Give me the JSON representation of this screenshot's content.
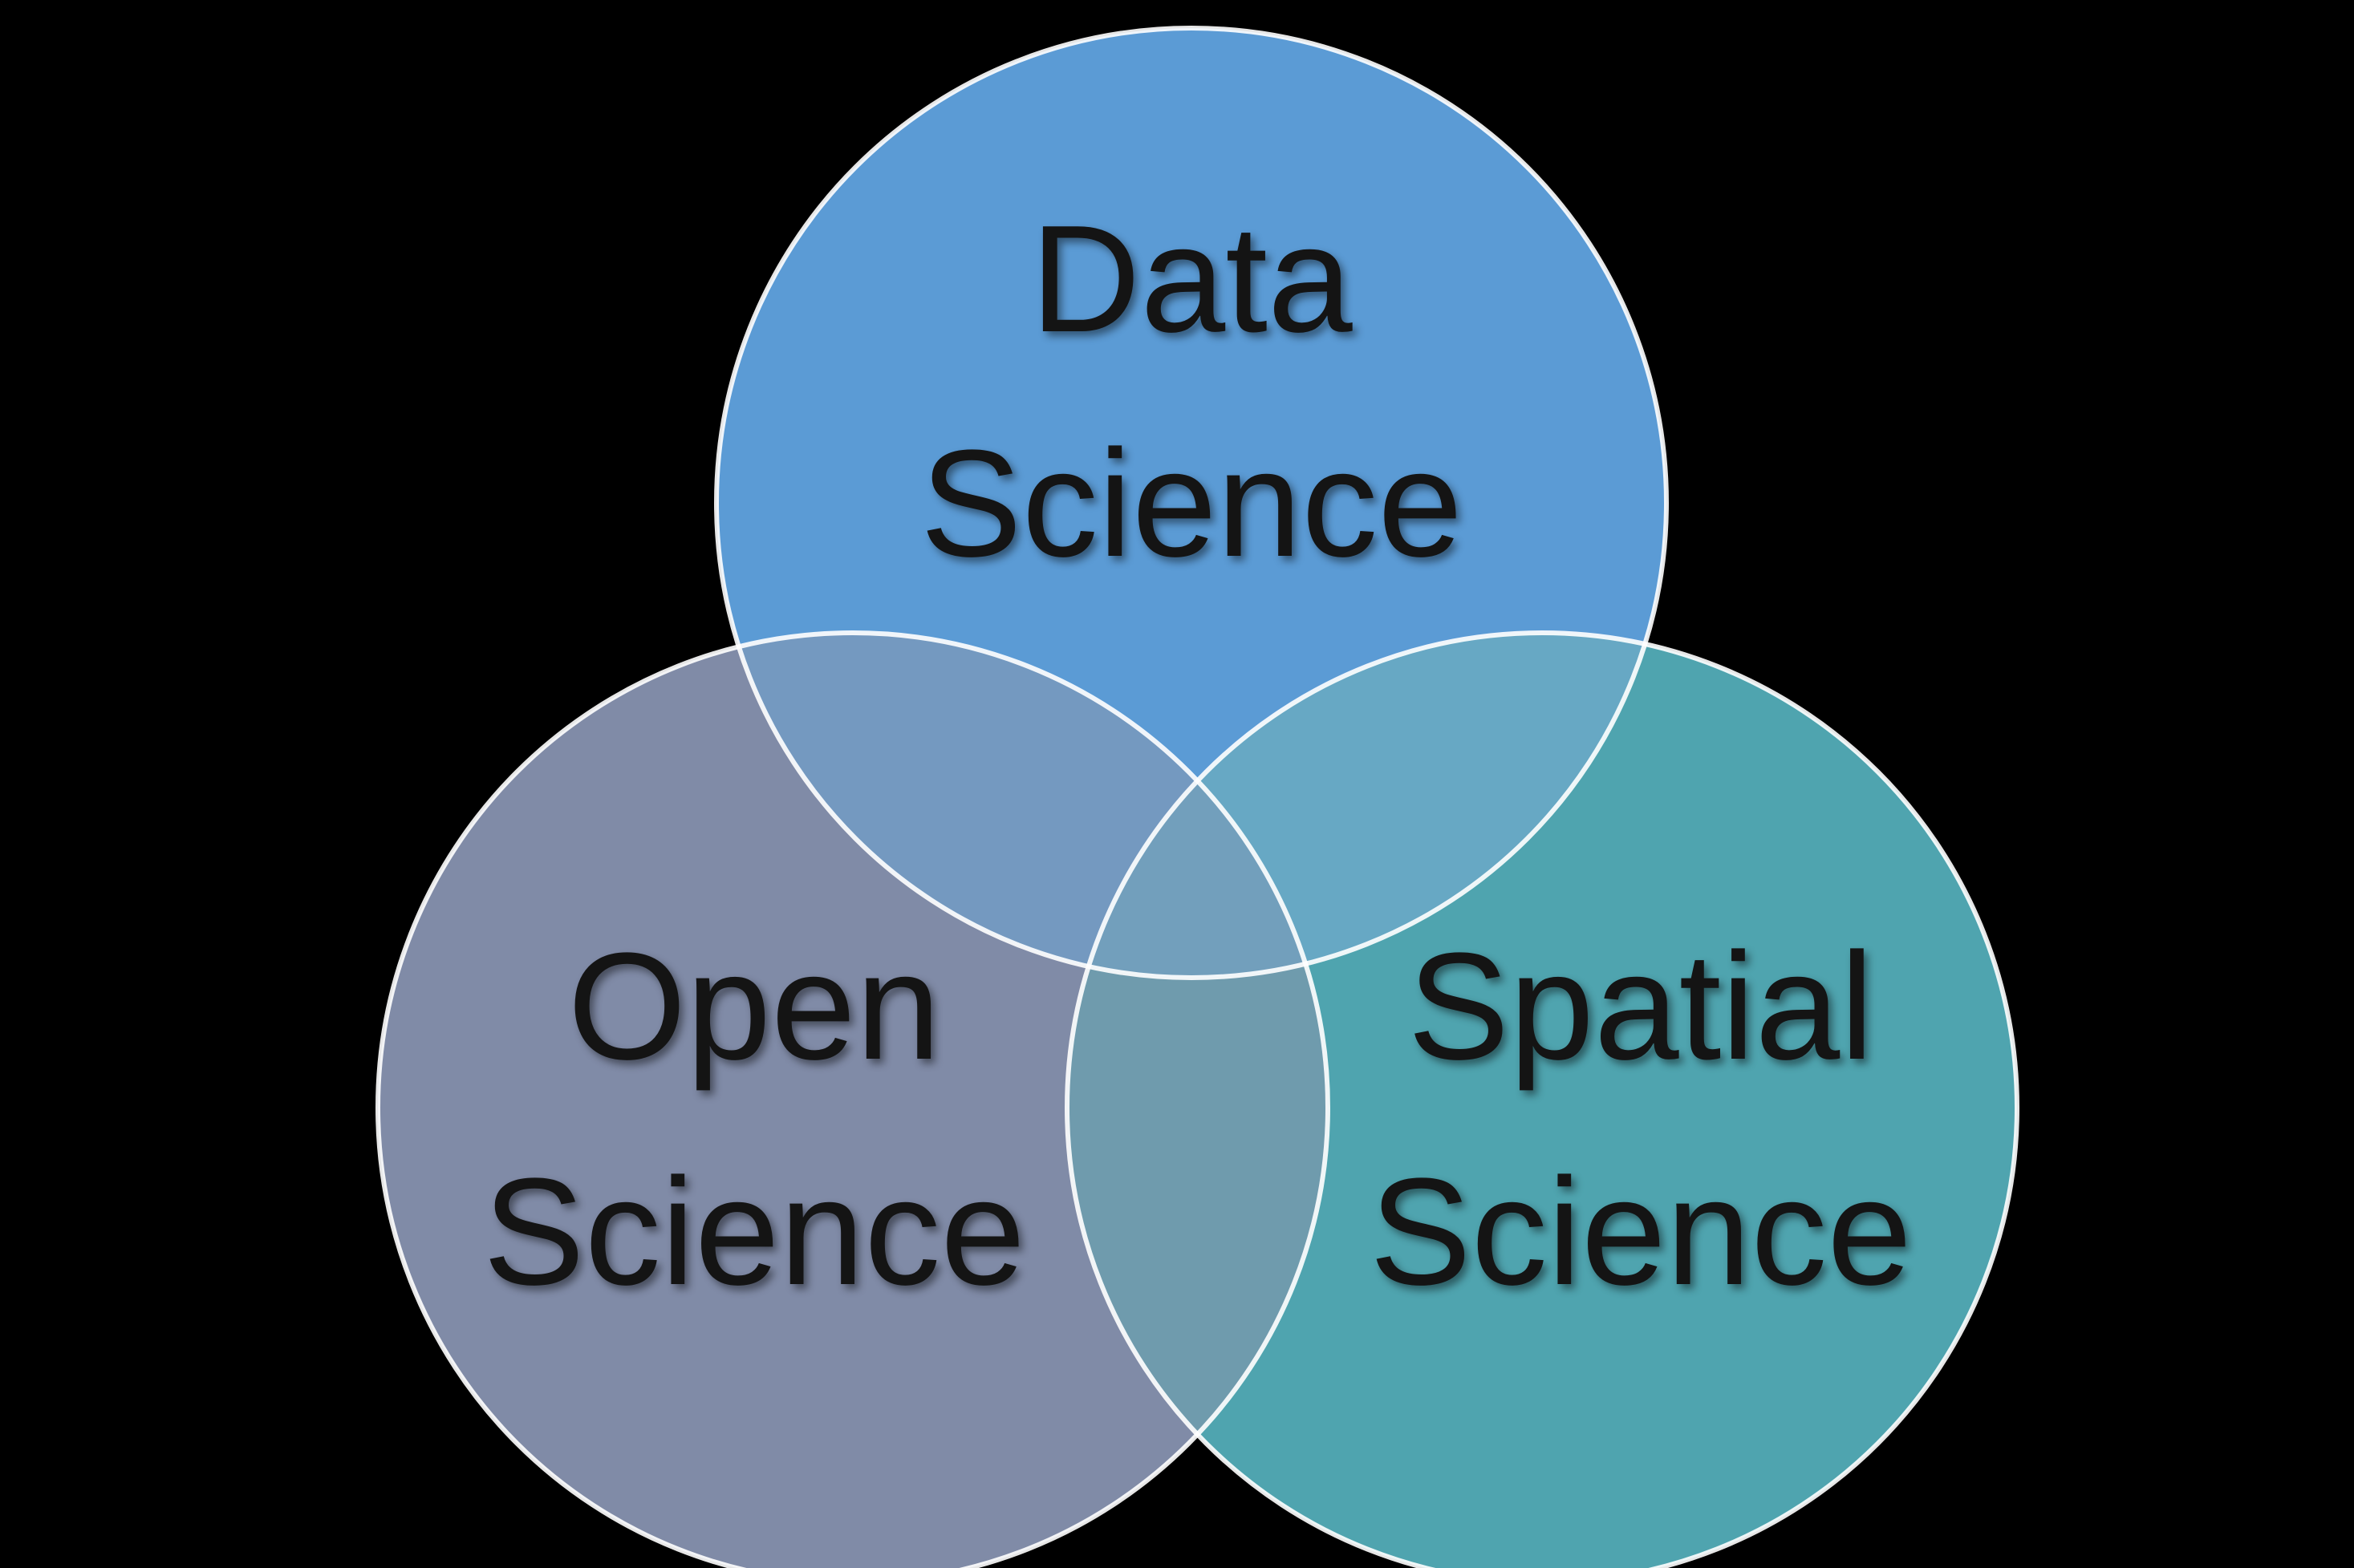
{
  "diagram": {
    "type": "venn",
    "background_color": "#000000",
    "circle_stroke_color": "#ffffff",
    "text_color": "#141414",
    "circles": [
      {
        "id": "data-science",
        "label_line1": "Data",
        "label_line2": "Science",
        "fill": "#5b9bd5"
      },
      {
        "id": "open-science",
        "label_line1": "Open",
        "label_line2": "Science",
        "fill": "#808ba7"
      },
      {
        "id": "spatial-science",
        "label_line1": "Spatial",
        "label_line2": "Science",
        "fill": "#4fa4af"
      }
    ],
    "overlaps": {
      "data_open": "#7499c0",
      "data_spatial": "#67a8c4",
      "open_spatial": "#6f9bad",
      "center": "#729fbc"
    }
  }
}
